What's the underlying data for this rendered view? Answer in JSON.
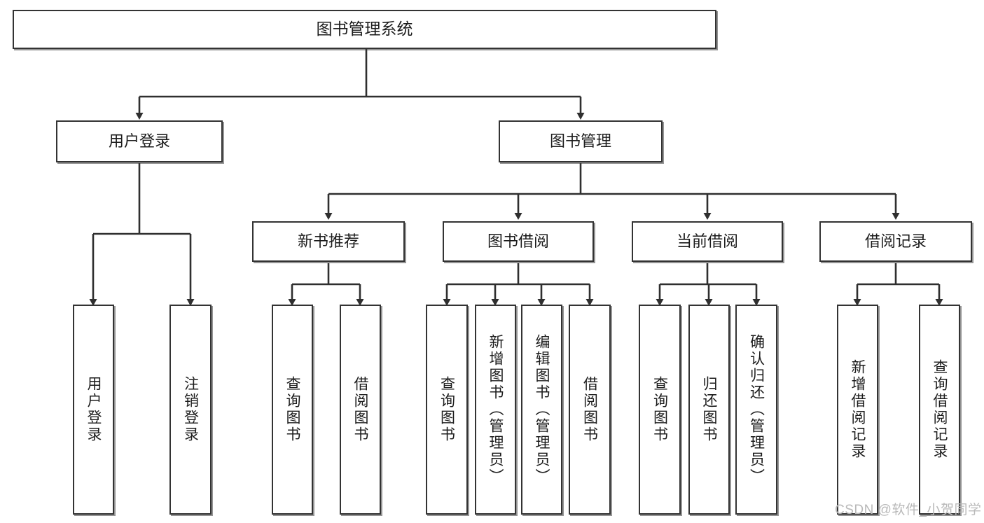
{
  "diagram": {
    "title": "图书管理系统",
    "type": "tree-hierarchy-diagram",
    "style": {
      "background": "#ffffff",
      "box_border": "#333333",
      "box_fill": "#ffffff",
      "edge_color": "#2f2f2f",
      "watermark_color": "#b9b9b9"
    },
    "nodes": {
      "root": {
        "label": "图书管理系统"
      },
      "level2": [
        {
          "id": "user-login",
          "label": "用户登录"
        },
        {
          "id": "book-management",
          "label": "图书管理"
        }
      ],
      "level3": [
        {
          "id": "new-book-recommend",
          "label": "新书推荐"
        },
        {
          "id": "book-borrow",
          "label": "图书借阅"
        },
        {
          "id": "current-borrow",
          "label": "当前借阅"
        },
        {
          "id": "borrow-record",
          "label": "借阅记录"
        }
      ],
      "leaves": [
        {
          "id": "leaf-user-login",
          "label": "用户登录",
          "parent": "user-login"
        },
        {
          "id": "leaf-logout-login",
          "label": "注销登录",
          "parent": "user-login"
        },
        {
          "id": "leaf-query-book-1",
          "label": "查询图书",
          "parent": "new-book-recommend"
        },
        {
          "id": "leaf-borrow-book-1",
          "label": "借阅图书",
          "parent": "new-book-recommend"
        },
        {
          "id": "leaf-query-book-2",
          "label": "查询图书",
          "parent": "book-borrow"
        },
        {
          "id": "leaf-add-book",
          "label": "新增图书（管理员）",
          "parent": "book-borrow"
        },
        {
          "id": "leaf-edit-book",
          "label": "编辑图书（管理员）",
          "parent": "book-borrow"
        },
        {
          "id": "leaf-borrow-book-2",
          "label": "借阅图书",
          "parent": "book-borrow"
        },
        {
          "id": "leaf-query-book-3",
          "label": "查询图书",
          "parent": "current-borrow"
        },
        {
          "id": "leaf-return-book",
          "label": "归还图书",
          "parent": "current-borrow"
        },
        {
          "id": "leaf-confirm-return",
          "label": "确认归还（管理员）",
          "parent": "current-borrow"
        },
        {
          "id": "leaf-add-borrow-record",
          "label": "新增借阅记录",
          "parent": "borrow-record"
        },
        {
          "id": "leaf-query-borrow-record",
          "label": "查询借阅记录",
          "parent": "borrow-record"
        }
      ]
    },
    "watermark": "CSDN @软件_小贺同学"
  }
}
